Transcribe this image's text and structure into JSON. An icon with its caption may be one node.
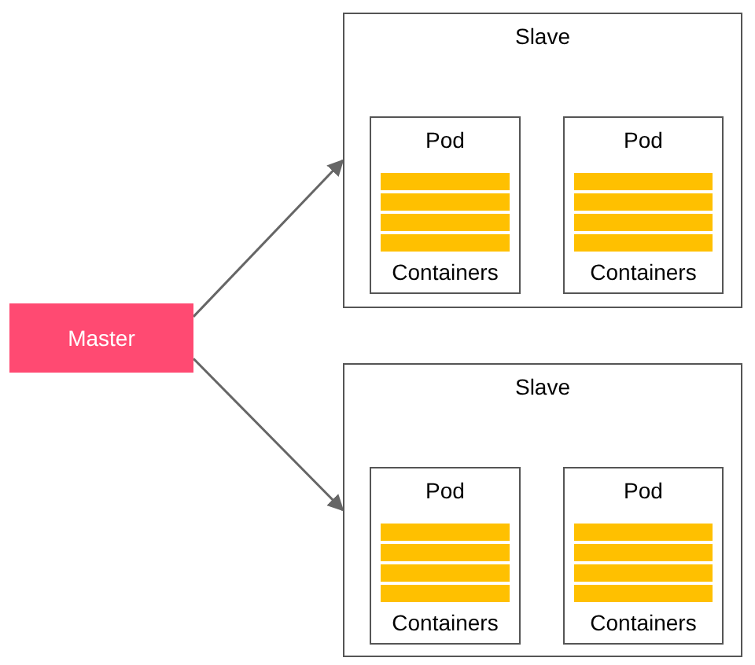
{
  "diagram": {
    "nodes": [
      {
        "text": [
          "Master"
        ]
      },
      {
        "text": [
          "Slave"
        ]
      },
      {
        "text": [
          "Pod",
          "Containers"
        ],
        "in": 1
      },
      {
        "text": [
          "Pod",
          "Containers"
        ],
        "in": 1
      },
      {
        "text": [
          "Slave"
        ]
      },
      {
        "text": [
          "Pod",
          "Containers"
        ],
        "in": 4
      },
      {
        "text": [
          "Pod",
          "Containers"
        ],
        "in": 4
      }
    ],
    "edges": [
      {
        "from": 0,
        "to": 1,
        "arrow": "to"
      },
      {
        "from": 0,
        "to": 4,
        "arrow": "to"
      }
    ]
  }
}
